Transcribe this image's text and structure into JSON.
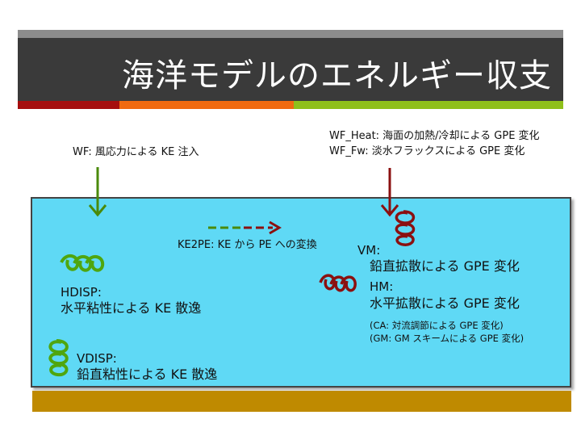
{
  "slide": {
    "title": "海洋モデルのエネルギー収支",
    "colors": {
      "title_bar": "#3a3a3a",
      "ocean": "#5fd9f5",
      "seafloor": "#bf8a00",
      "green_arrow": "#4a8a0a",
      "red_arrow": "#8b1010",
      "green_eddy": "#4fa60f",
      "red_eddy": "#8b1010"
    }
  },
  "labels": {
    "wf": "WF: 風応力による KE 注入",
    "wf_heat": "WF_Heat: 海面の加熱/冷却による GPE 変化",
    "wf_fw": "WF_Fw: 淡水フラックスによる GPE 変化",
    "ke2pe": "KE2PE: KE から PE への変換",
    "vm_title": "VM:",
    "vm_desc": "鉛直拡散による GPE 変化",
    "hm_title": "HM:",
    "hm_desc": "水平拡散による GPE 変化",
    "ca": "(CA: 対流調節による GPE 変化)",
    "gm": "(GM: GM スキームによる GPE 変化)",
    "hdisp_title": "HDISP:",
    "hdisp_desc": "水平粘性による KE 散逸",
    "vdisp_title": "VDISP:",
    "vdisp_desc": "鉛直粘性による KE 散逸"
  }
}
